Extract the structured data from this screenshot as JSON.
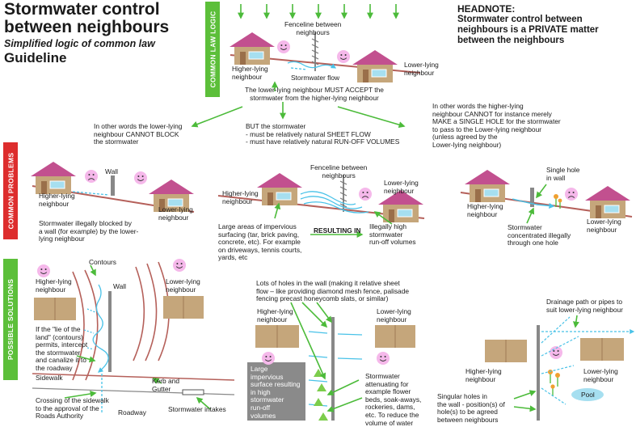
{
  "header": {
    "title": "Stormwater control\nbetween neighbours",
    "subtitle": "Simplified logic of common law",
    "guideline": "Guideline"
  },
  "headnote": {
    "heading": "HEADNOTE:",
    "body": "Stormwater control between\nneighbours is a PRIVATE matter\nbetween the neighbours"
  },
  "sections": {
    "common_law": "COMMON LAW LOGIC",
    "common_problems": "COMMON PROBLEMS",
    "possible_solutions": "POSSIBLE SOLUTIONS"
  },
  "colors": {
    "green_tab": "#5cbf3a",
    "red_tab": "#dd2d2d",
    "roof": "#c2508f",
    "house_wall": "#c5a67b",
    "window": "#a6dff0",
    "arrow": "#4cbb3a",
    "water": "#49c2e8",
    "ground": "#b5605a",
    "face": "#f5b8ea"
  },
  "law": {
    "fenceline": "Fenceline between\nneighbours",
    "higher": "Higher-lying\nneighbour",
    "lower": "Lower-lying\nneighbour",
    "flow": "Stormwater flow",
    "must_accept": "The lower-lying neighbour MUST ACCEPT the\nstormwater from the higher-lying neighbour",
    "cannot_block": "In other words the lower-lying\nneighbour CANNOT BLOCK\nthe stormwater",
    "but": "BUT the stormwater\n- must be relatively natural SHEET FLOW\n- must have relatively natural RUN-OFF VOLUMES",
    "cannot_hole": "In other words the higher-lying\nneighbour CANNOT for instance merely\nMAKE a SINGLE HOLE for the stormwater\nto pass to the Lower-lying neighbour\n(unless agreed by the\nLower-lying neighbour)"
  },
  "problems": {
    "wall": "Wall",
    "higher1": "Higher-lying\nneighbour",
    "lower1": "Lower-lying\nneighbour",
    "blocked": "Stormwater illegally blocked by\na wall (for example) by the lower-\nlying neighbour",
    "fenceline": "Fenceline between\nneighbours",
    "higher2": "Higher-lying\nneighbour",
    "lower2": "Lower-lying\nneighbour",
    "impervious": "Large areas of impervious\nsurfacing (tar, brick paving,\nconcrete, etc). For example\non driveways, tennis courts,\nyards, etc",
    "resulting": "RESULTING IN",
    "illegal_volumes": "Illegally high\nstormwater\nrun-off volumes",
    "single_hole": "Single hole\nin wall",
    "higher3": "Higher-lying\nneighbour",
    "lower3": "Lower-lying\nneighbour",
    "concentrated": "Stormwater\nconcentrated illegally\nthrough one hole"
  },
  "solutions": {
    "contours": "Contours",
    "higher1": "Higher-lying\nneighbour",
    "wall": "Wall",
    "lower1": "Lower-lying\nneighbour",
    "lie_of_land": "If the \"lie of the\nland\" (contours)\npermits, intercept\nthe stormwater\nand canalize it to\nthe roadway",
    "sidewalk": "Sidewalk",
    "kerb": "Kerb and\nGutter",
    "crossing": "Crossing of the sidewalk\nto the approval of the\nRoads Authority",
    "roadway": "Roadway",
    "intakes": "Stormwater intakes",
    "holes": "Lots of holes in the wall (making it relative sheet\nflow – like providing diamond mesh fence, palisade\nfencing precast honeycomb slats, or similar)",
    "higher2": "Higher-lying\nneighbour",
    "lower2": "Lower-lying\nneighbour",
    "large_impervious": "Large\nimpervious\nsurface resulting\nin high\nstormwater\nrun-off\nvolumes",
    "attenuating": "Stormwater\nattenuating for\nexample flower\nbeds, soak-aways,\nrockeries, dams,\netc. To reduce the\nvolume of water",
    "drainage": "Drainage path or pipes to\nsuit lower-lying neighbour",
    "higher3": "Higher-lying\nneighbour",
    "lower3": "Lower-lying\nneighbour",
    "pool": "Pool",
    "singular": "Singular holes in\nthe wall - position(s) of\nhole(s) to be agreed\nbetween neighbours"
  }
}
